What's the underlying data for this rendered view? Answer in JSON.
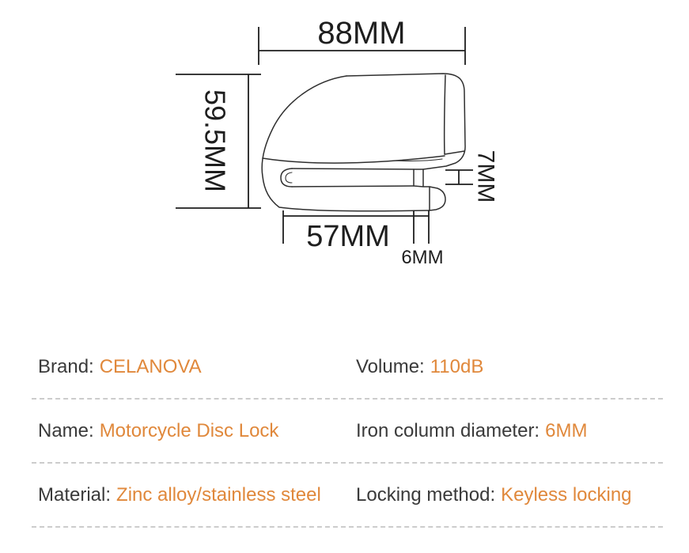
{
  "diagram": {
    "title": "disc-lock-technical-drawing",
    "dimensions": {
      "top_width": "88MM",
      "left_height": "59.5MM",
      "right_slot": "7MM",
      "bottom_length": "57MM",
      "bottom_pin": "6MM"
    }
  },
  "specs": {
    "rows": [
      {
        "left_label": "Brand:",
        "left_value": "CELANOVA",
        "right_label": "Volume:",
        "right_value": "110dB"
      },
      {
        "left_label": "Name:",
        "left_value": "Motorcycle Disc Lock",
        "right_label": "Iron column diameter:",
        "right_value": "6MM"
      },
      {
        "left_label": "Material:",
        "left_value": "Zinc alloy/stainless steel",
        "right_label": "Locking method:",
        "right_value": "Keyless locking"
      }
    ]
  },
  "colors": {
    "accent_orange": "#E0883B",
    "label_text": "#3A3A3A",
    "sketch_line": "#2F2F2F",
    "divider": "#CCCCCC"
  }
}
